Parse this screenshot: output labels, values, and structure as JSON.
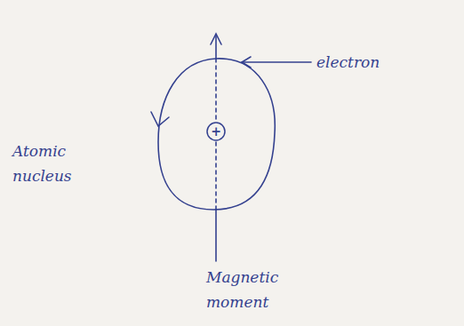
{
  "diagram": {
    "nodes": [
      {
        "text": [
          "+"
        ]
      }
    ],
    "labels": [
      "electron",
      "Atomic nucleus",
      "Magnetic moment"
    ]
  }
}
